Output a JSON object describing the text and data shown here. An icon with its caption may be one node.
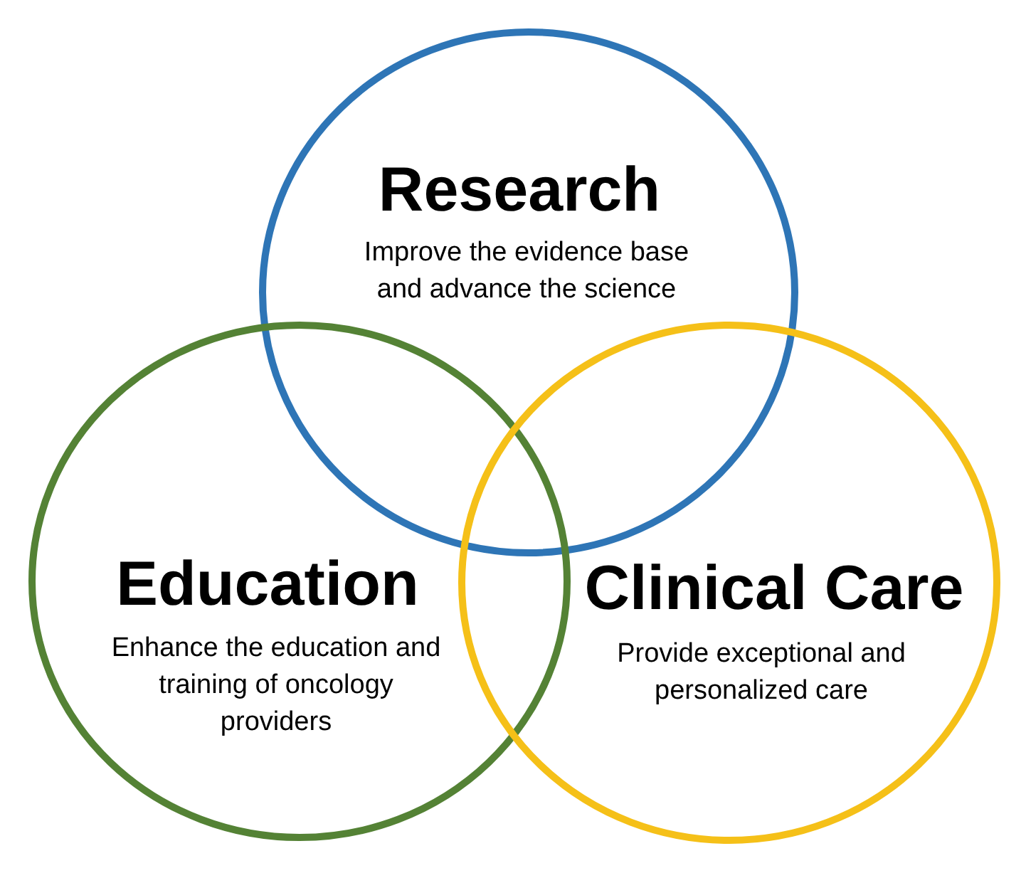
{
  "diagram": {
    "nodes": [
      {
        "text": [
          "Research",
          "Improve the evidence base and advance the science"
        ]
      },
      {
        "text": [
          "Education",
          "Enhance the education and training of oncology providers"
        ]
      },
      {
        "text": [
          "Clinical Care",
          "Provide exceptional and personalized care"
        ]
      }
    ]
  }
}
